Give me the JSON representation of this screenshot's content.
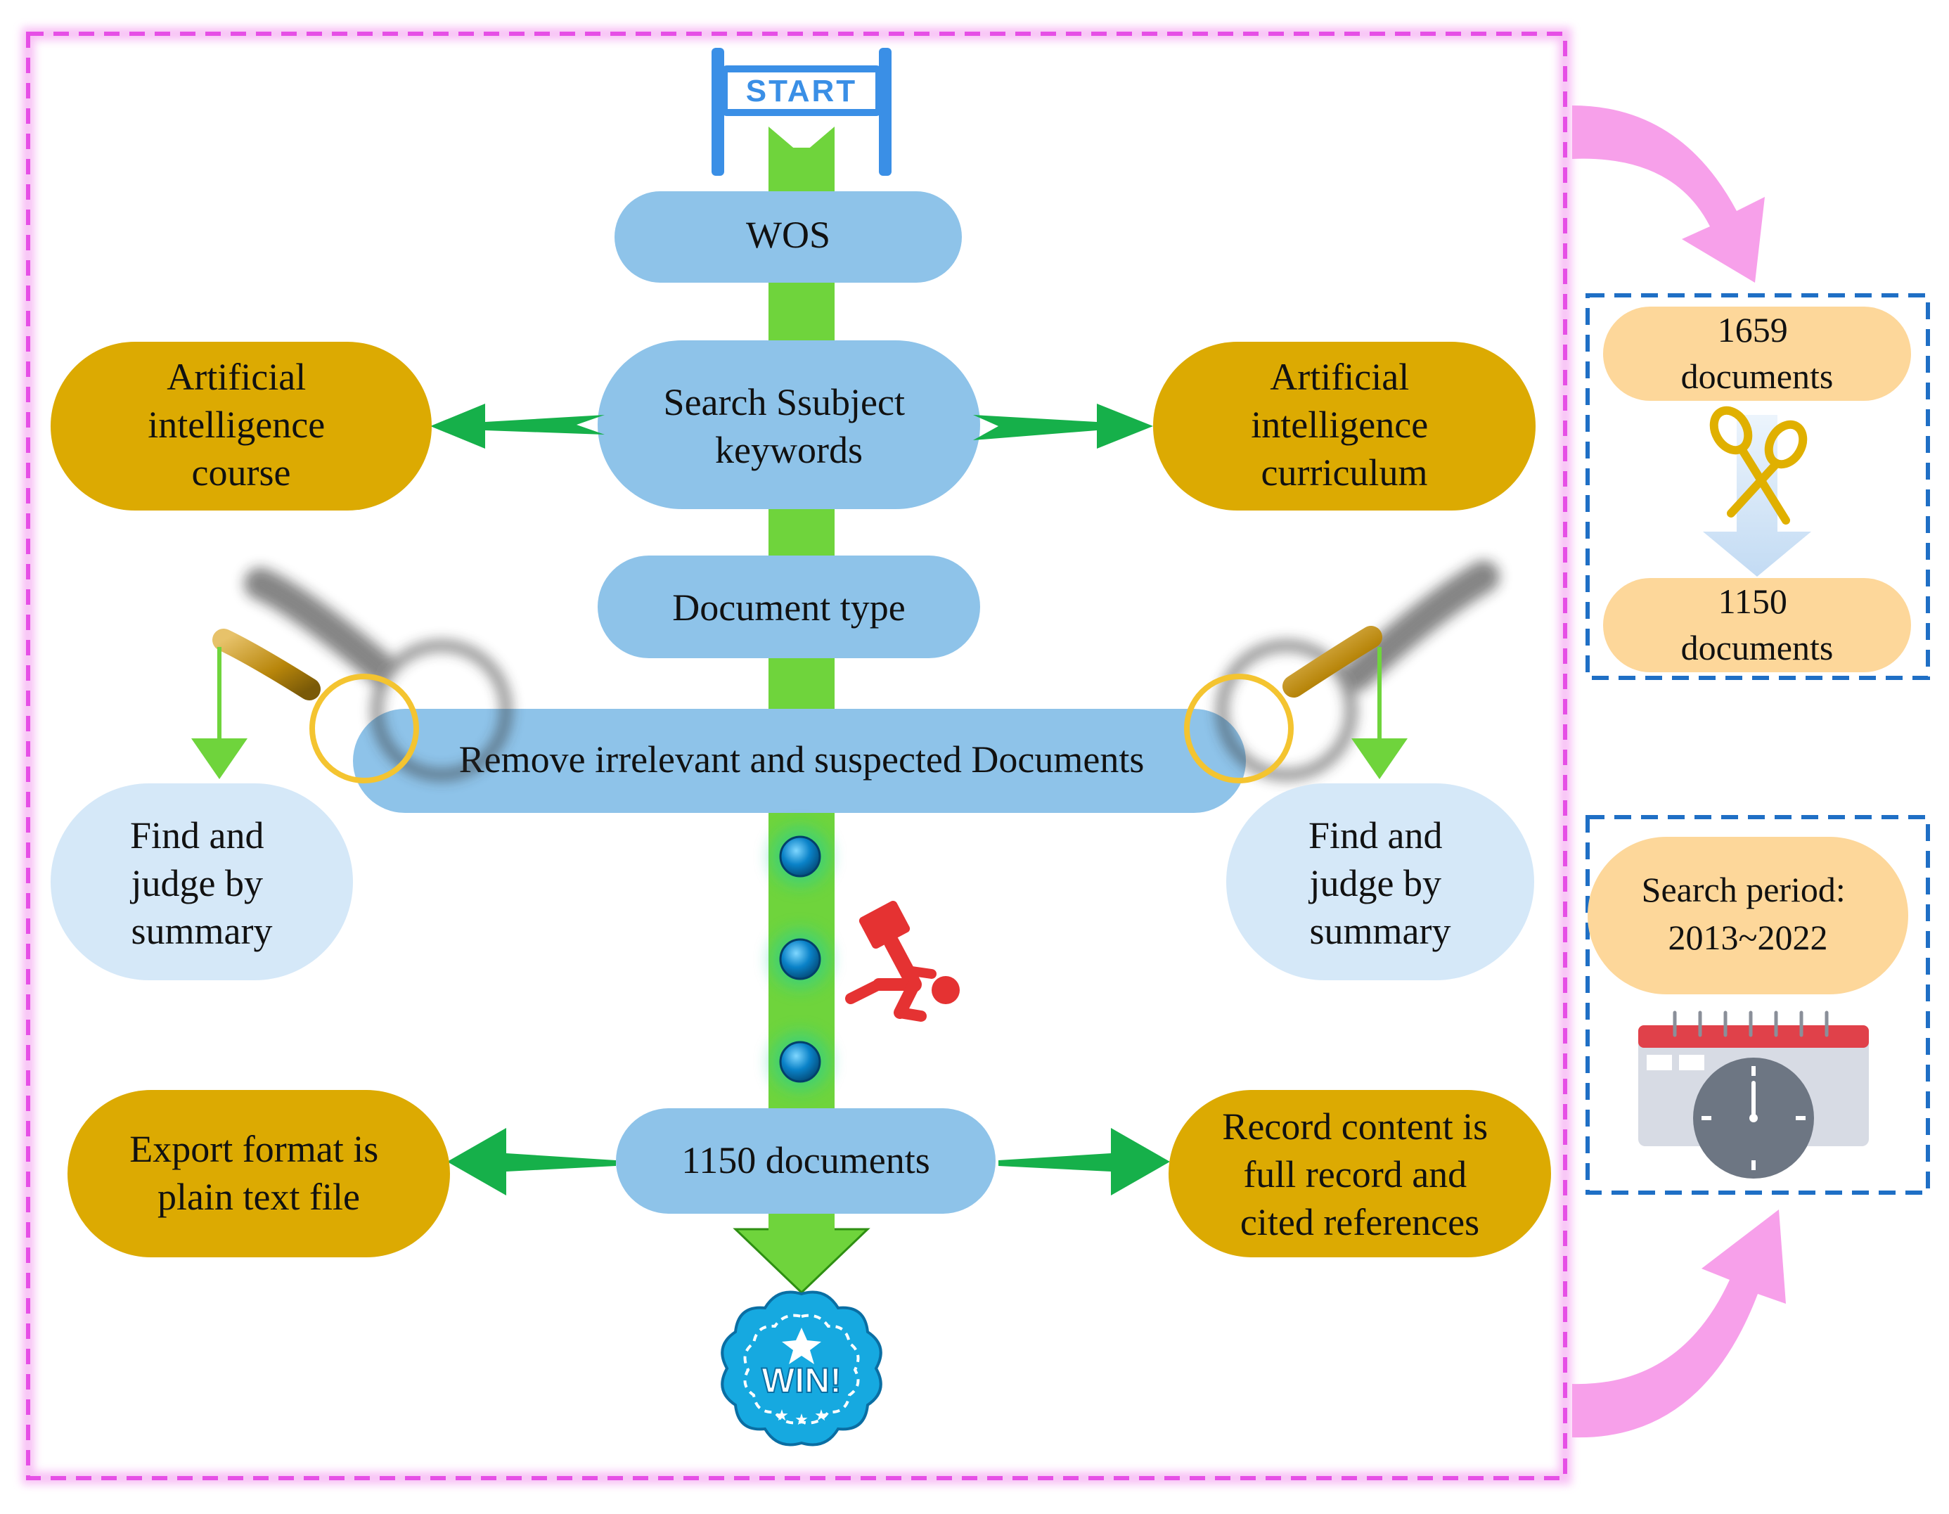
{
  "start_sign": {
    "label": "START"
  },
  "pipeline": {
    "wos": "WOS",
    "search": [
      "Search Ssubject",
      "keywords"
    ],
    "doc_type": "Document type",
    "remove": "Remove irrelevant and suspected Documents",
    "result": "1150 documents"
  },
  "keywords": {
    "left": [
      "Artificial",
      "intelligence",
      "course"
    ],
    "right": [
      "Artificial",
      "intelligence",
      "curriculum"
    ]
  },
  "screening": {
    "left": [
      "Find and",
      "judge by",
      "summary"
    ],
    "right": [
      "Find and",
      "judge by",
      "summary"
    ]
  },
  "export": {
    "left": [
      "Export format is",
      "plain text file"
    ],
    "right": [
      "Record content is",
      "full record and",
      "cited references"
    ]
  },
  "finish_badge": {
    "label": "WIN!"
  },
  "side_panel_counts": {
    "before": [
      "1659",
      "documents"
    ],
    "after": [
      "1150",
      "documents"
    ]
  },
  "side_panel_period": {
    "label": [
      "Search period:",
      "2013~2022"
    ]
  },
  "colors": {
    "frame_magenta": "#e64fe6",
    "side_arrow_pink": "#f7a0ea",
    "flow_green": "#6fd43c",
    "arrow_green": "#16b04a",
    "node_blue": "#8ec3e9",
    "node_gold": "#dcaa02",
    "node_light_blue": "#d5e8f8",
    "node_peach": "#fdd79a",
    "panel_border_blue": "#1f6fc5",
    "sign_blue": "#3a8fe6",
    "falling_figure_red": "#e53232"
  },
  "icons": [
    "start-sign-icon",
    "magnifier-icon",
    "falling-person-icon",
    "win-badge-icon",
    "scissors-icon",
    "calendar-clock-icon"
  ]
}
